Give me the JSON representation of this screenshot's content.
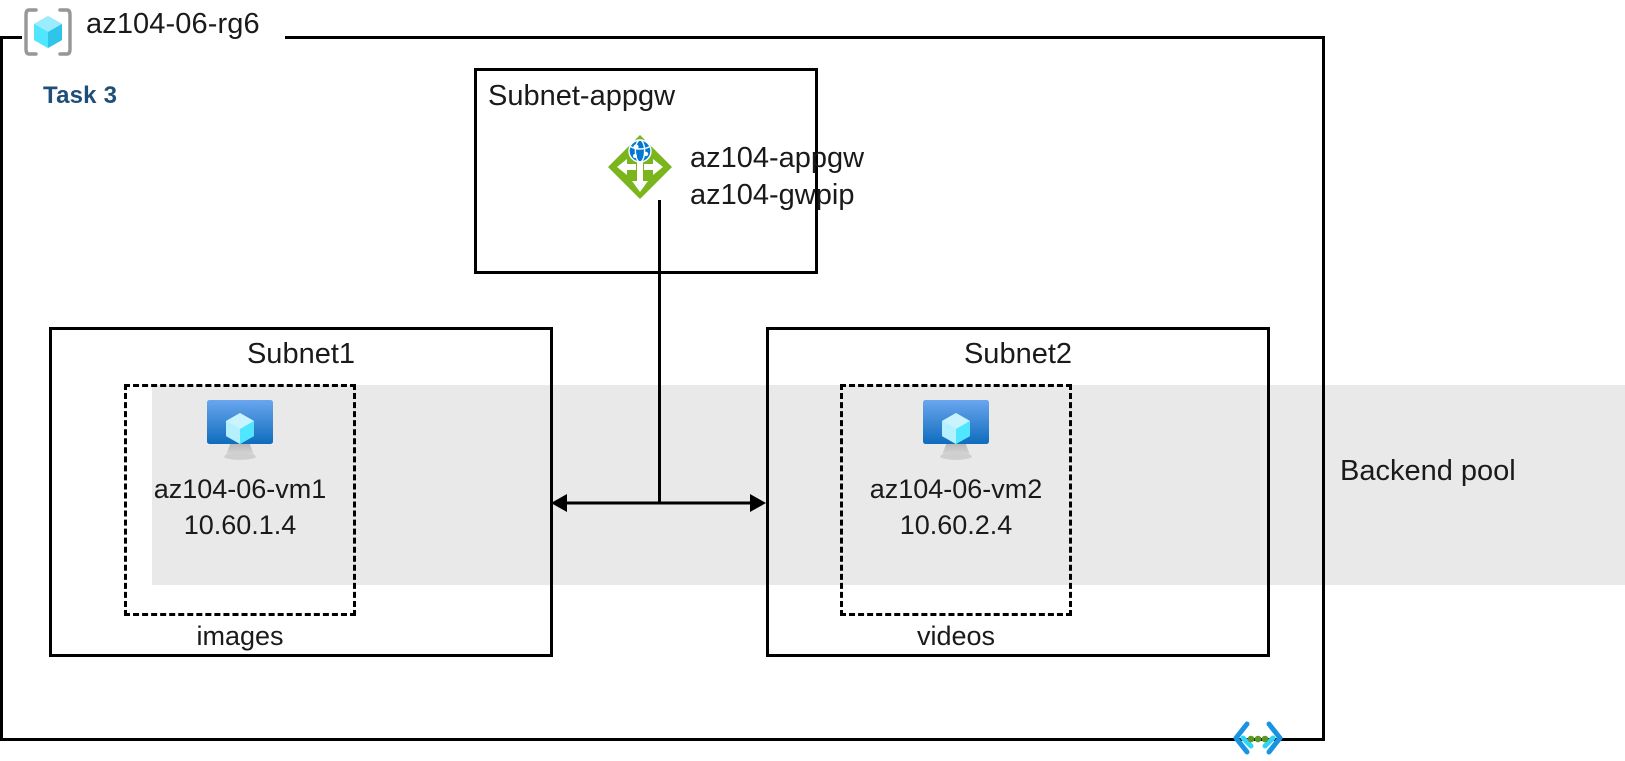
{
  "diagram": {
    "type": "azure-architecture",
    "resource_group": {
      "name": "az104-06-rg6",
      "icon": "resource-group-icon"
    },
    "task_label": "Task 3",
    "backend_pool": {
      "label": "Backend pool",
      "band_color": "#e9e9e9"
    },
    "vnet_icon_name": "virtual-network-icon",
    "subnets": [
      {
        "id": "subnet-appgw",
        "title": "Subnet-appgw",
        "resources": [
          {
            "icon": "application-gateway-icon",
            "lines": [
              "az104-appgw",
              "az104-gwpip"
            ]
          }
        ]
      },
      {
        "id": "subnet1",
        "title": "Subnet1",
        "storage_label": "images",
        "vm": {
          "icon": "virtual-machine-icon",
          "name": "az104-06-vm1",
          "ip": "10.60.1.4"
        }
      },
      {
        "id": "subnet2",
        "title": "Subnet2",
        "storage_label": "videos",
        "vm": {
          "icon": "virtual-machine-icon",
          "name": "az104-06-vm2",
          "ip": "10.60.2.4"
        }
      }
    ],
    "colors": {
      "task_text": "#1f4e79",
      "appgw_green": "#7ab51d",
      "vm_blue": "#0f6cbd",
      "cube_cyan": "#50e6ff",
      "vnet_blue": "#0078d4",
      "vnet_green": "#5e9624",
      "border": "#000000"
    }
  }
}
